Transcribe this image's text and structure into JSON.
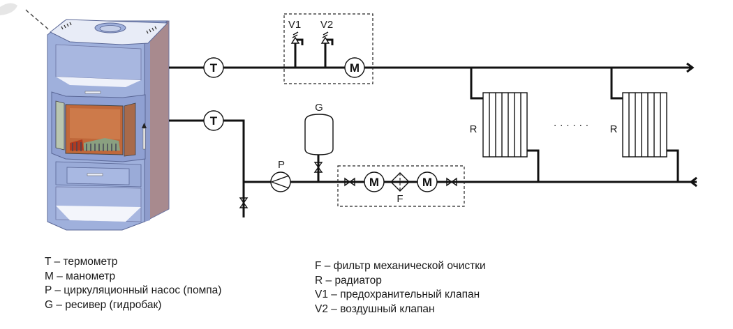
{
  "diagram": {
    "title": "Схема подключения печи-камина к системе отопления",
    "colors": {
      "pipe": "#111111",
      "stove_body": "#9fb0dc",
      "stove_light": "#e8ecf7",
      "stove_dark": "#7384b8",
      "firebox": "#c0683a",
      "side_panel": "#a88a8e"
    },
    "symbols": {
      "thermometer_supply": "T",
      "thermometer_return": "T",
      "manometer_supply": "M",
      "manometer_group_1": "M",
      "manometer_group_2": "M",
      "valve_v1": "V1",
      "valve_v2": "V2",
      "pump": "P",
      "receiver": "G",
      "filter": "F",
      "radiator_1": "R",
      "radiator_2": "R",
      "ellipsis": "· · · · · ·"
    },
    "components": [
      {
        "id": "stove",
        "icon": "stove-fireplace-icon"
      },
      {
        "id": "thermometer",
        "icon": "thermometer-symbol-icon"
      },
      {
        "id": "manometer",
        "icon": "manometer-symbol-icon"
      },
      {
        "id": "safety-valve",
        "icon": "safety-valve-icon"
      },
      {
        "id": "air-valve",
        "icon": "air-valve-icon"
      },
      {
        "id": "pump",
        "icon": "circulation-pump-icon"
      },
      {
        "id": "receiver",
        "icon": "expansion-tank-icon"
      },
      {
        "id": "filter",
        "icon": "mechanical-filter-icon"
      },
      {
        "id": "radiator",
        "icon": "radiator-icon"
      },
      {
        "id": "shutoff-valve",
        "icon": "shutoff-valve-icon"
      }
    ]
  },
  "legend": {
    "left": [
      {
        "key": "T",
        "sep": " – ",
        "text": "термометр"
      },
      {
        "key": "M",
        "sep": " – ",
        "text": "манометр"
      },
      {
        "key": "P",
        "sep": " – ",
        "text": "циркуляционный насос (помпа)"
      },
      {
        "key": "G",
        "sep": " – ",
        "text": "ресивер (гидробак)"
      }
    ],
    "right": [
      {
        "key": "F",
        "sep": " – ",
        "text": "фильтр механической очистки"
      },
      {
        "key": "R",
        "sep": " – ",
        "text": "радиатор"
      },
      {
        "key": "V1",
        "sep": " – ",
        "text": "предохранительный клапан"
      },
      {
        "key": "V2",
        "sep": " – ",
        "text": "воздушный клапан"
      }
    ]
  }
}
